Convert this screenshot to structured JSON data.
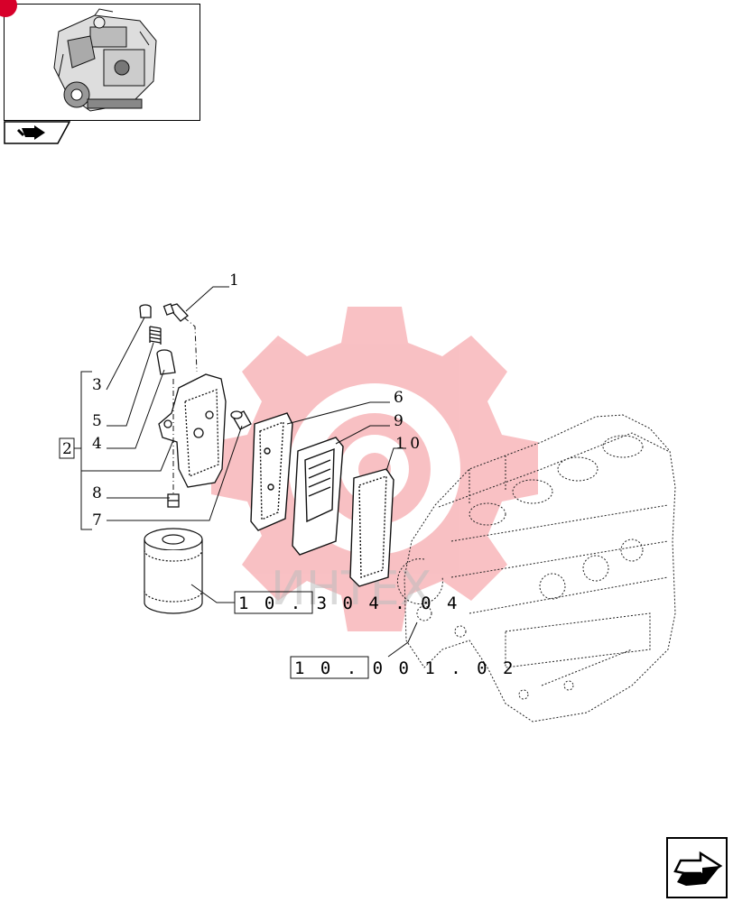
{
  "labels": {
    "p1": "1",
    "p2": "2",
    "p3": "3",
    "p4": "4",
    "p5": "5",
    "p6": "6",
    "p7": "7",
    "p8": "8",
    "p9": "9",
    "p10": "1 0"
  },
  "references": {
    "oil_filter": "1 0 . 3 0 4 . 0 4",
    "engine_block": "1 0 . 0 0 1 . 0 2"
  },
  "watermark": {
    "text": "ИНТЕХ",
    "color": "#e8222a"
  },
  "icons": {
    "thumbnail": "engine-thumbnail-icon",
    "thumbnail_tab": "arrow-right-icon",
    "navigation": "next-page-arrow-icon"
  }
}
